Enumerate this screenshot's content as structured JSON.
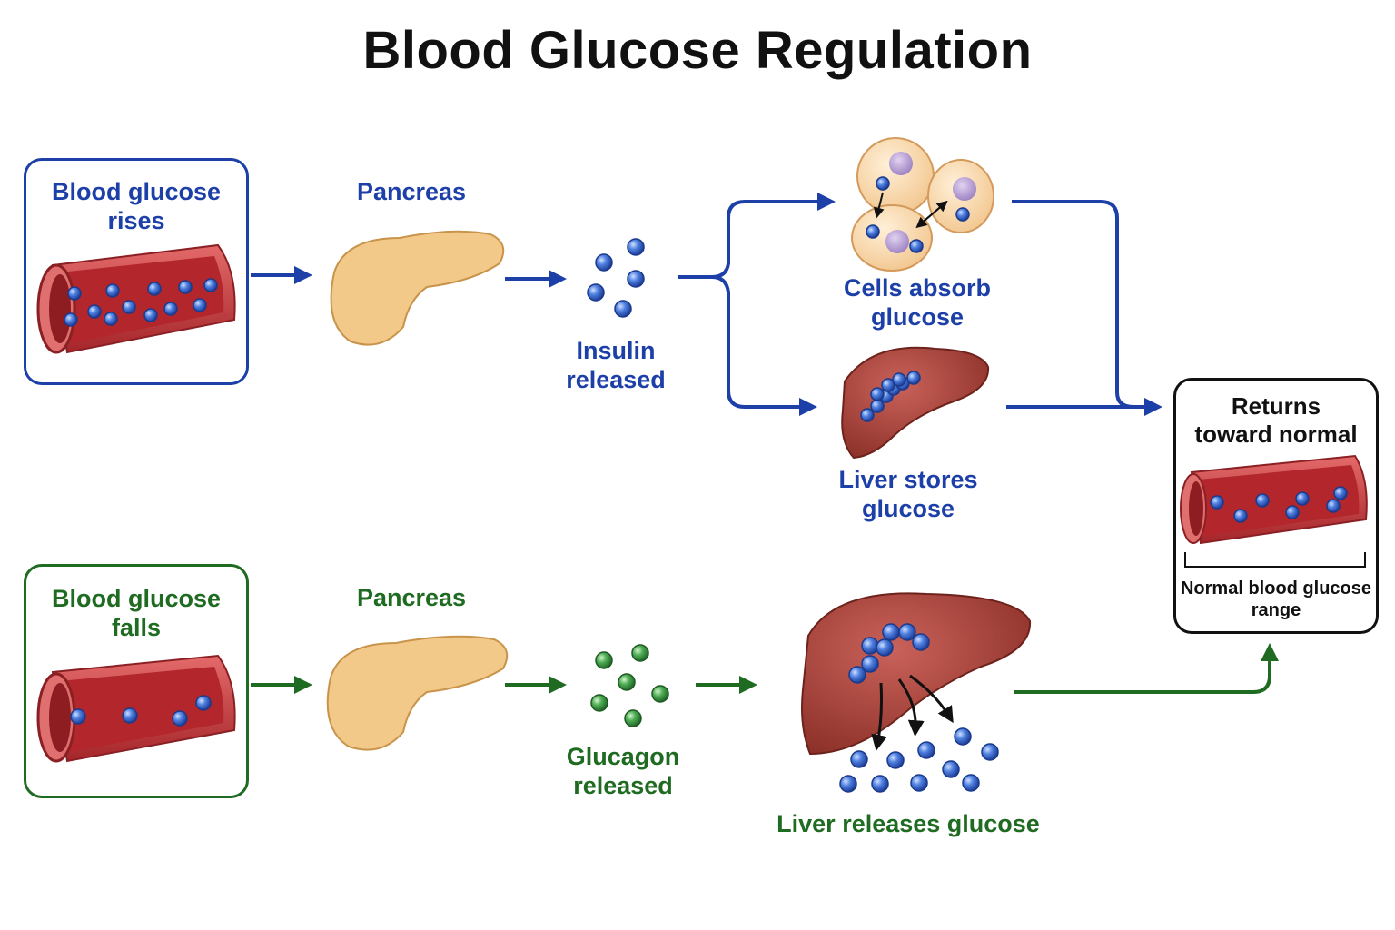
{
  "title": "Blood Glucose Regulation",
  "colors": {
    "high_path": "#1d3fa8",
    "low_path": "#1f6b21",
    "vessel": "#c8393c",
    "pancreas": "#f2c988",
    "liver": "#a8443a",
    "glucose": "#3b6fd8",
    "glucagon": "#3f9a48",
    "cell": "#f8d8a8"
  },
  "top_row": {
    "start": "Blood glucose\nrises",
    "organ": "Pancreas",
    "hormone": "Insulin\nreleased",
    "branch_a": "Cells absorb\nglucose",
    "branch_b": "Liver stores\nglucose"
  },
  "bottom_row": {
    "start": "Blood glucose\nfalls",
    "organ": "Pancreas",
    "hormone": "Glucagon\nreleased",
    "effect": "Liver releases glucose"
  },
  "result": {
    "heading": "Returns\ntoward normal",
    "range_label": "Normal blood glucose\nrange"
  },
  "icons": [
    "blood-vessel-icon",
    "pancreas-icon",
    "insulin-molecules-icon",
    "body-cells-icon",
    "liver-icon",
    "glucagon-molecules-icon"
  ]
}
